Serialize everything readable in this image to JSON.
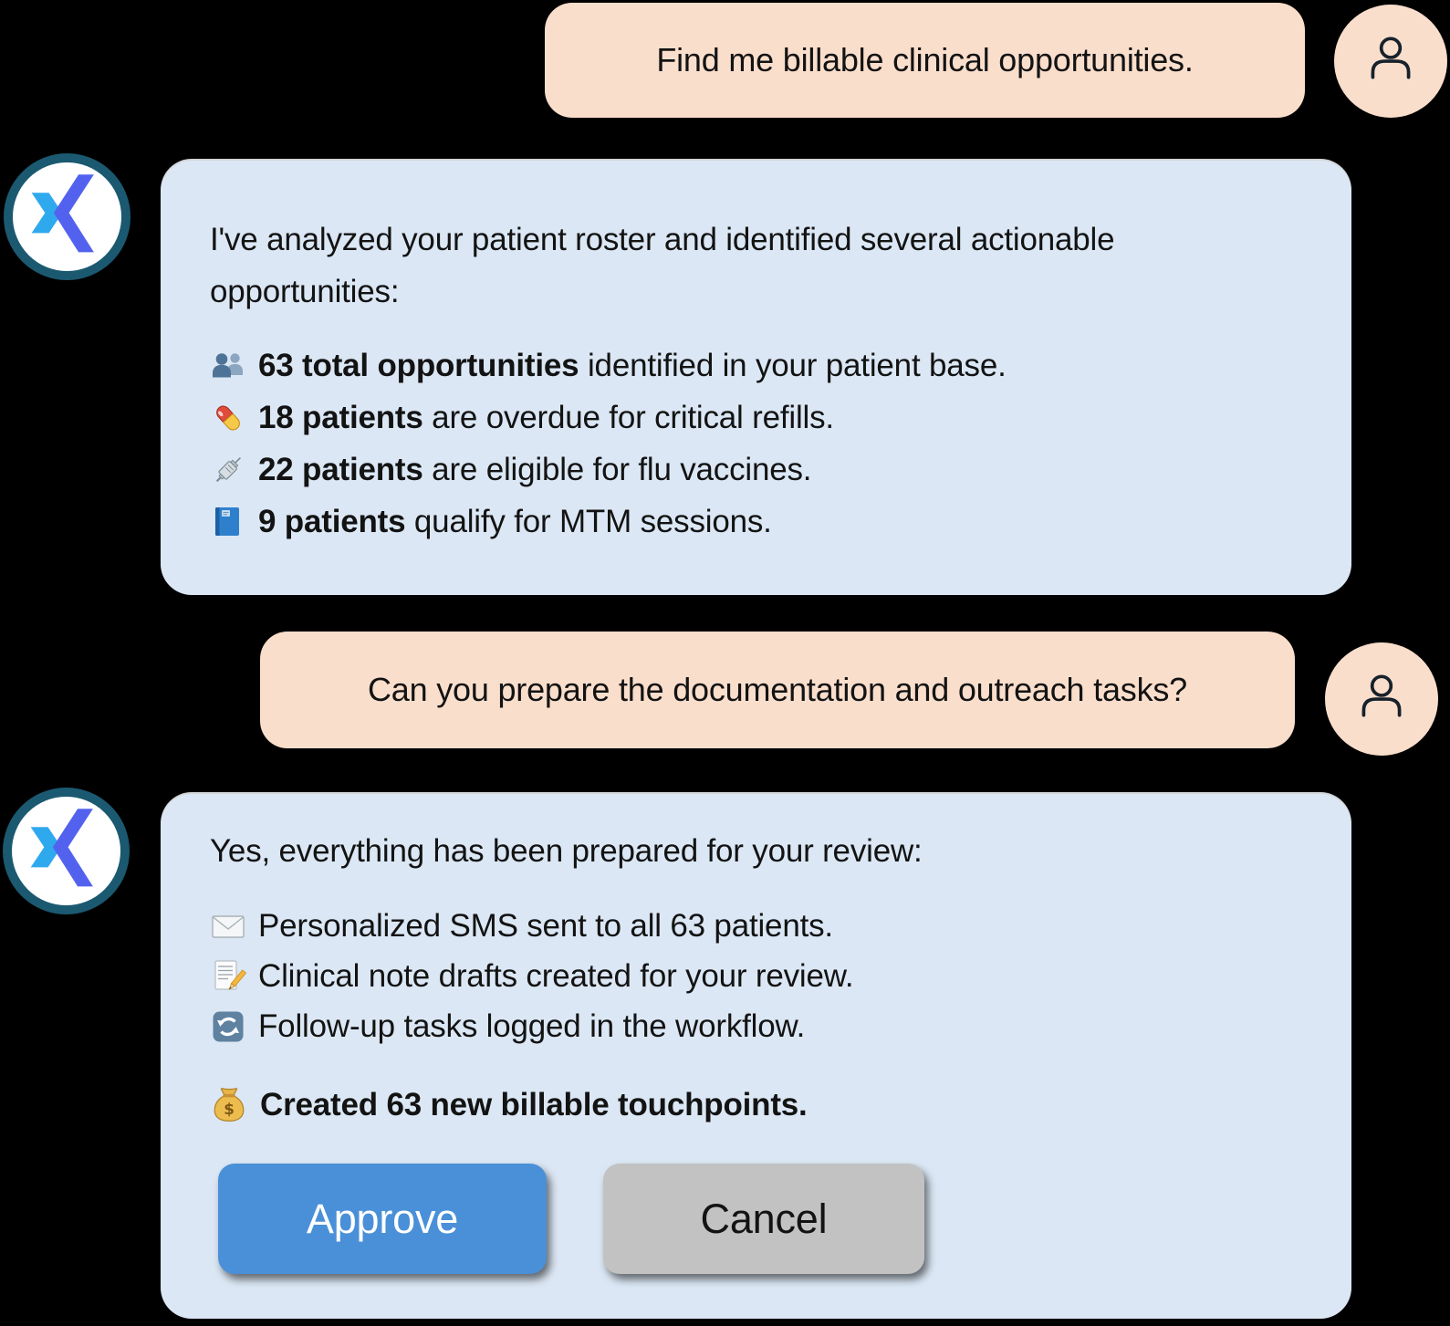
{
  "colors": {
    "background": "#000000",
    "user_bubble": "#FADECC",
    "assistant_bubble": "#DBE7F4",
    "avatar_ring": "#1B5971",
    "logo_light_blue": "#2FA9ED",
    "logo_indigo": "#5362EE",
    "approve_button": "#4A90D8",
    "cancel_button": "#C2C2C2",
    "text": "#131313"
  },
  "conversation": {
    "user_message_1": {
      "text": "Find me billable clinical opportunities."
    },
    "assistant_message_1": {
      "intro": "I've analyzed your patient roster and identified several actionable opportunities:",
      "items": [
        {
          "icon": "people-icon",
          "bold": "63 total opportunities",
          "rest": " identified in your patient base."
        },
        {
          "icon": "pill-icon",
          "bold": "18 patients",
          "rest": " are overdue for critical refills."
        },
        {
          "icon": "syringe-icon",
          "bold": "22 patients",
          "rest": " are eligible for flu vaccines."
        },
        {
          "icon": "book-icon",
          "bold": "9 patients",
          "rest": " qualify for MTM sessions."
        }
      ]
    },
    "user_message_2": {
      "text": "Can you prepare the documentation and outreach tasks?"
    },
    "assistant_message_2": {
      "intro": "Yes, everything has been prepared for your review:",
      "items": [
        {
          "icon": "envelope-icon",
          "text": "Personalized SMS sent to all 63 patients."
        },
        {
          "icon": "memo-icon",
          "text": "Clinical note drafts created for your review."
        },
        {
          "icon": "arrows-icon",
          "text": "Follow-up tasks logged in the workflow."
        }
      ],
      "highlight": {
        "icon": "moneybag-icon",
        "text": "Created 63 new billable touchpoints."
      },
      "buttons": {
        "approve": "Approve",
        "cancel": "Cancel"
      }
    }
  }
}
